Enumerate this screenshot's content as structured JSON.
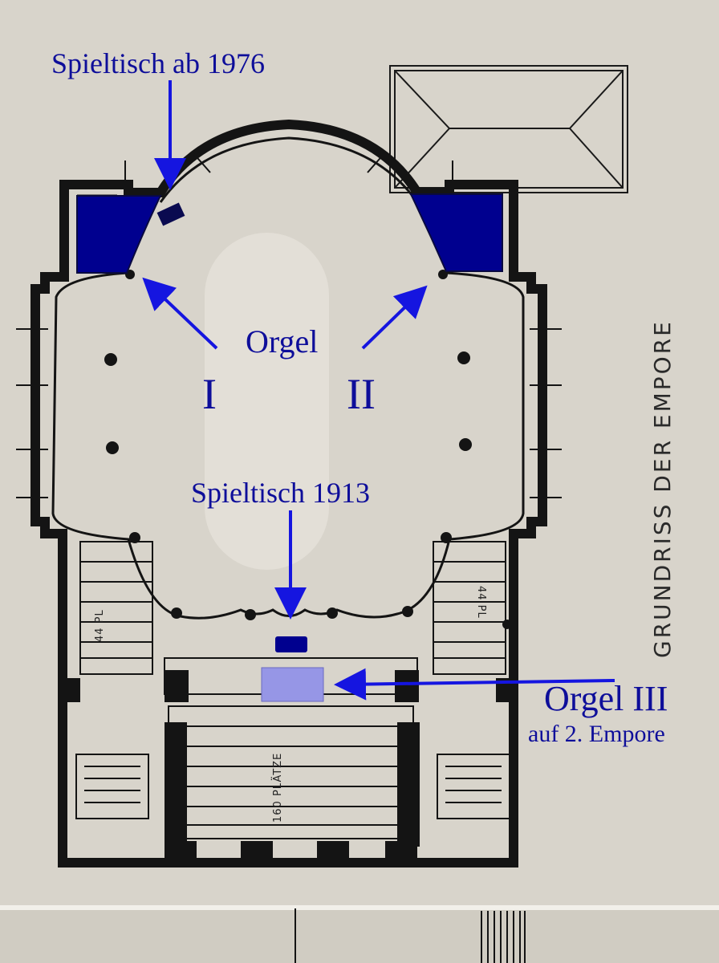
{
  "labels": {
    "console_1976": "Spieltisch ab 1976",
    "organ": "Orgel",
    "organ_one": "I",
    "organ_two": "II",
    "console_1913": "Spieltisch 1913",
    "organ_three": "Orgel III",
    "organ_three_sub": "auf 2. Empore"
  },
  "plan_title": "GRUNDRISS DER EMPORE",
  "seat_labels": {
    "left_seats": "44 PL",
    "right_seats": "44 PL",
    "rear_seats": "160 PLÄTZE"
  },
  "colors": {
    "annotation_blue": "#1515e0",
    "organ_fill": "#00008f",
    "organ_three_fill": "#9696e6",
    "paper": "#d8d4cb",
    "ink": "#1a1a1a"
  }
}
